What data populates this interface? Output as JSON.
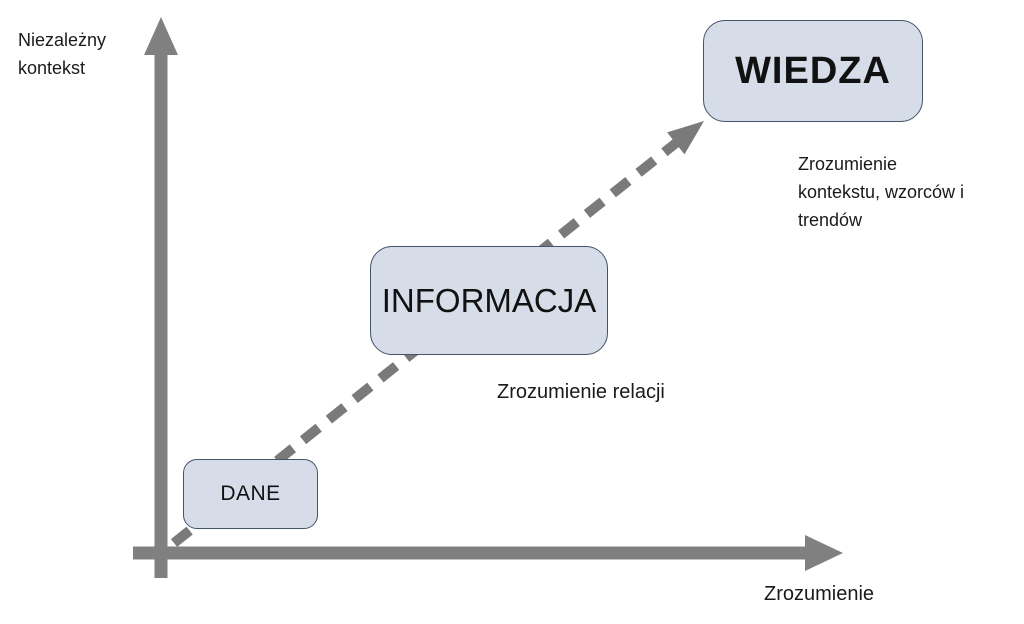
{
  "axes": {
    "y_label_lines": [
      "Niezależny",
      "kontekst"
    ],
    "x_label": "Zrozumienie"
  },
  "nodes": {
    "dane": {
      "label": "DANE"
    },
    "informacja": {
      "label": "INFORMACJA",
      "annotation": "Zrozumienie relacji"
    },
    "wiedza": {
      "label": "WIEDZA",
      "annotation_lines": [
        "Zrozumienie",
        "kontekstu, wzorców i",
        "trendów"
      ]
    }
  },
  "colors": {
    "box_fill": "#d7dde8",
    "box_border": "#44546a",
    "axis_gray": "#808080",
    "dashed_arrow_gray": "#7a7a7a",
    "text": "#1a1a1a"
  }
}
